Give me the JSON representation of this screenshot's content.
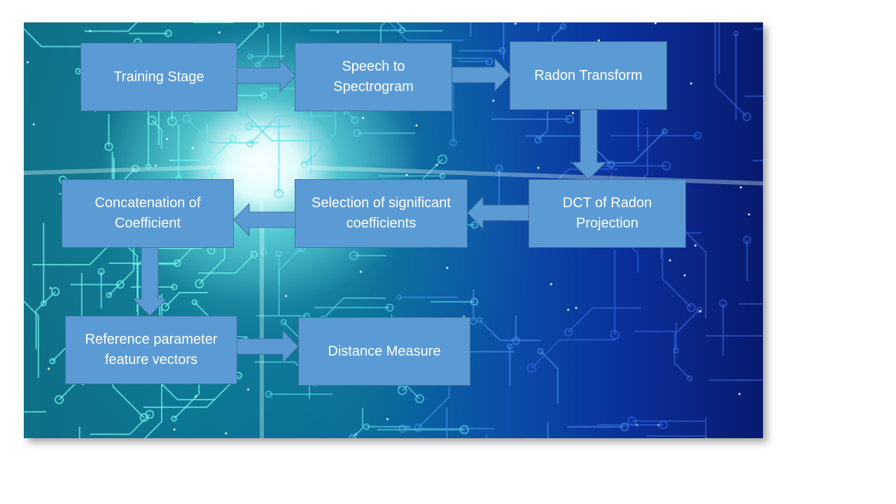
{
  "diagram": {
    "nodes": [
      {
        "id": "training",
        "label": "Training Stage"
      },
      {
        "id": "spectrogram",
        "label": "Speech to Spectrogram"
      },
      {
        "id": "radon",
        "label": "Radon Transform"
      },
      {
        "id": "dct",
        "label": "DCT of Radon Projection"
      },
      {
        "id": "selection",
        "label": "Selection of significant coefficients"
      },
      {
        "id": "concat",
        "label": "Concatenation of Coefficient"
      },
      {
        "id": "reference",
        "label": "Reference parameter feature vectors"
      },
      {
        "id": "distance",
        "label": "Distance Measure"
      }
    ],
    "edges": [
      {
        "from": "training",
        "to": "spectrogram"
      },
      {
        "from": "spectrogram",
        "to": "radon"
      },
      {
        "from": "radon",
        "to": "dct"
      },
      {
        "from": "dct",
        "to": "selection"
      },
      {
        "from": "selection",
        "to": "concat"
      },
      {
        "from": "concat",
        "to": "reference"
      },
      {
        "from": "reference",
        "to": "distance"
      }
    ]
  },
  "colors": {
    "box_fill": "#5b9bd5",
    "box_border": "#41719c",
    "text": "#ffffff"
  }
}
